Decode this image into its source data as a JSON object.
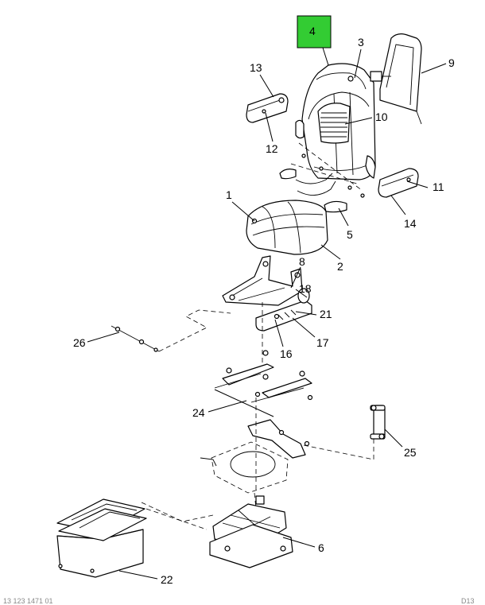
{
  "highlight_color": "#33cc33",
  "highlighted_part": "4",
  "callouts": {
    "c1": "1",
    "c2": "2",
    "c3": "3",
    "c4": "4",
    "c5": "5",
    "c6": "6",
    "c8": "8",
    "c9": "9",
    "c10": "10",
    "c11": "11",
    "c12": "12",
    "c13": "13",
    "c14": "14",
    "c16": "16",
    "c17": "17",
    "c18": "18",
    "c21": "21",
    "c22": "22",
    "c24": "24",
    "c25": "25",
    "c26": "26"
  },
  "footer": {
    "left": "13 123 1471 01",
    "right": "D13"
  }
}
